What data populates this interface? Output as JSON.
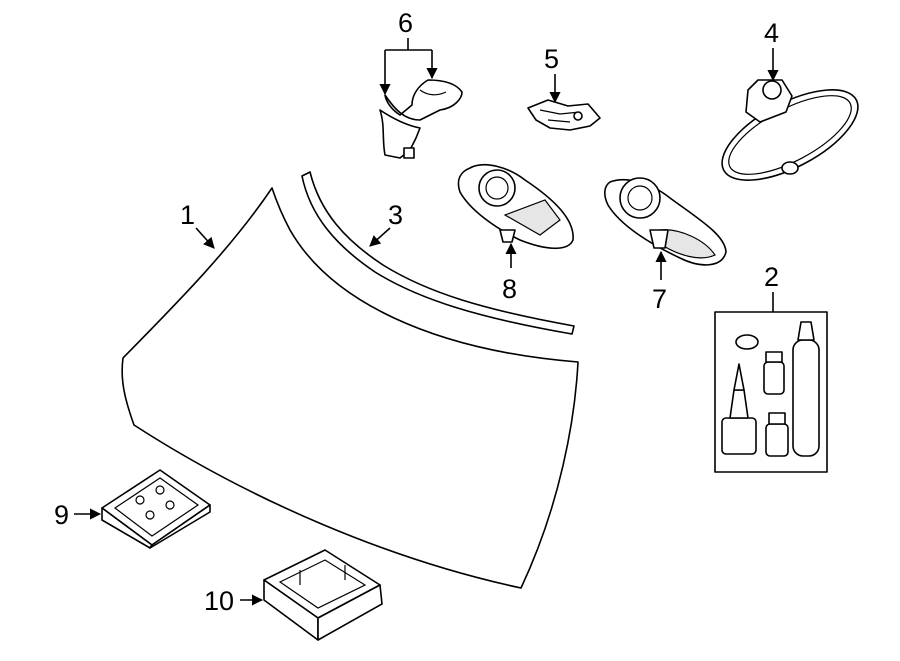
{
  "diagram": {
    "callouts": {
      "windshield": "1",
      "adhesive_kit": "2",
      "molding": "3",
      "rearview_mirror": "4",
      "bracket_5": "5",
      "bracket_6": "6",
      "cover_7": "7",
      "cover_8": "8",
      "module_9": "9",
      "housing_10": "10"
    },
    "colors": {
      "line": "#000000",
      "background": "#ffffff",
      "shade": "#e6e6e6"
    }
  }
}
